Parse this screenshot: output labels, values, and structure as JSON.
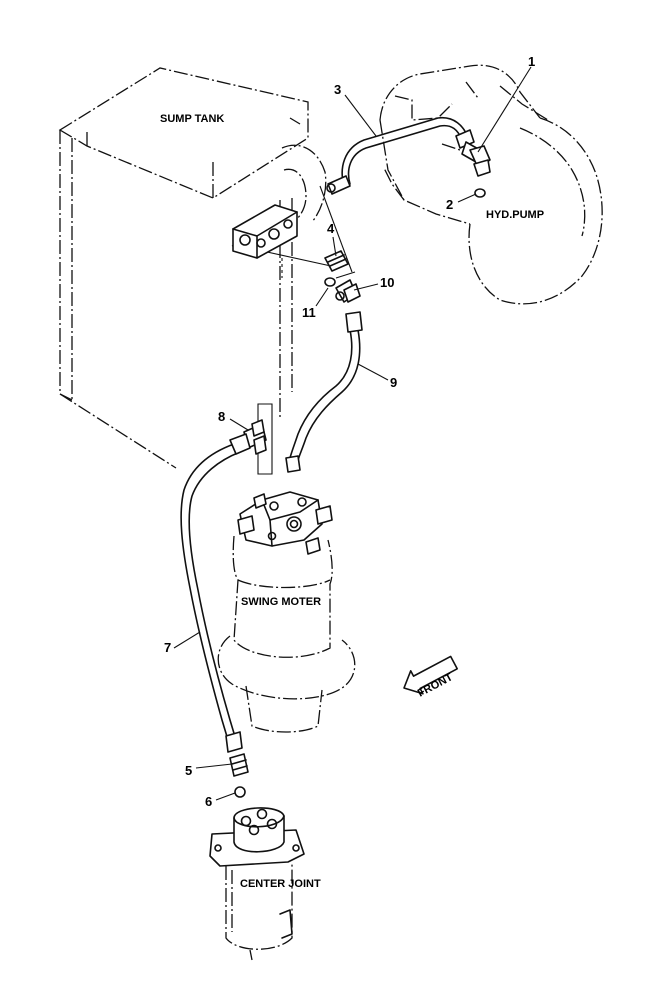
{
  "labels": {
    "sump_tank": "SUMP TANK",
    "hyd_pump": "HYD.PUMP",
    "swing_motor": "SWING MOTER",
    "center_joint": "CENTER JOINT",
    "front": "FRONT"
  },
  "callouts": [
    "1",
    "2",
    "3",
    "4",
    "5",
    "6",
    "7",
    "8",
    "9",
    "10",
    "11"
  ]
}
